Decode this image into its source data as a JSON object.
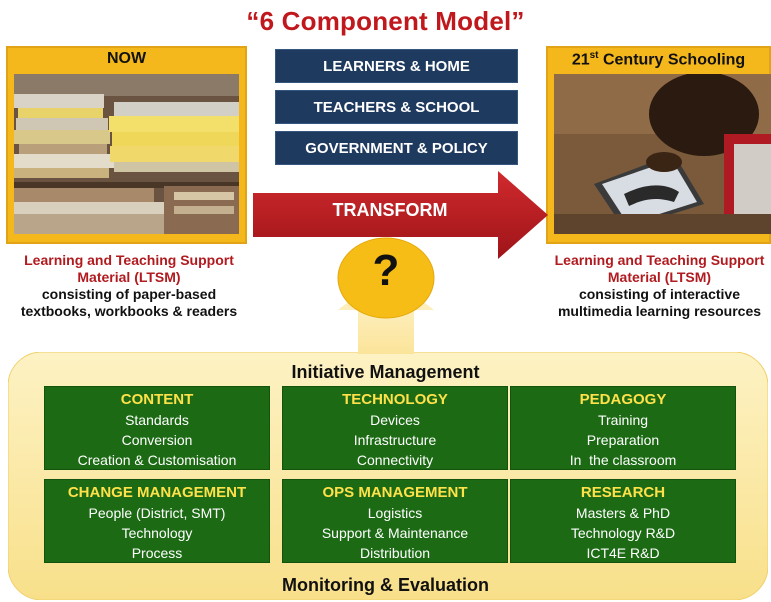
{
  "title": "“6 Component Model”",
  "now": {
    "label": "NOW",
    "description_red": "Learning and Teaching Support Material (LTSM)",
    "description_black": "consisting of paper-based textbooks, workbooks & readers"
  },
  "future": {
    "label_main": "21",
    "label_sup": "st",
    "label_rest": " Century Schooling",
    "description_red": "Learning and Teaching Support Material (LTSM)",
    "description_black": "consisting of interactive multimedia learning resources"
  },
  "components_top": [
    "LEARNERS & HOME",
    "TEACHERS & SCHOOL",
    "GOVERNMENT & POLICY"
  ],
  "transform_label": "TRANSFORM",
  "question_mark": "?",
  "initiative_management": "Initiative Management",
  "monitoring_evaluation": "Monitoring & Evaluation",
  "boxes": [
    {
      "heading": "CONTENT",
      "items": [
        "Standards",
        "Conversion",
        "Creation & Customisation"
      ]
    },
    {
      "heading": "TECHNOLOGY",
      "items": [
        "Devices",
        "Infrastructure",
        "Connectivity"
      ]
    },
    {
      "heading": "PEDAGOGY",
      "items": [
        "Training",
        "Preparation",
        "In  the classroom"
      ]
    },
    {
      "heading": "CHANGE MANAGEMENT",
      "items": [
        "People (District, SMT)",
        "Technology",
        "Process"
      ]
    },
    {
      "heading": "OPS MANAGEMENT",
      "items": [
        "Logistics",
        "Support & Maintenance",
        "Distribution"
      ]
    },
    {
      "heading": "RESEARCH",
      "items": [
        "Masters & PhD",
        "Technology R&D",
        "ICT4E R&D"
      ]
    }
  ],
  "colors": {
    "title_red": "#c0181c",
    "navy": "#1f3a5f",
    "gold": "#f5b81c",
    "panel_cream": "#fbe9a6",
    "green": "#1c6b14",
    "box_heading_yellow": "#ffe14a",
    "arrow_red": "#b81a1e"
  }
}
